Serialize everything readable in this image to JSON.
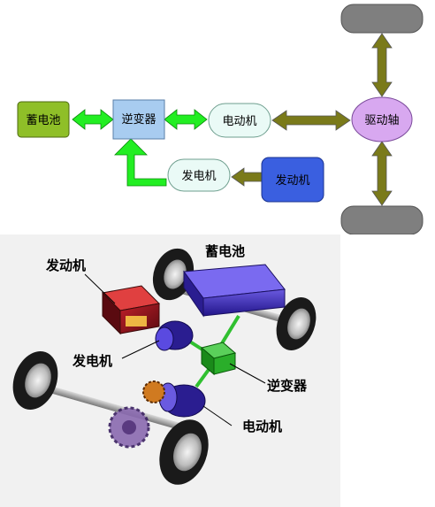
{
  "diagram": {
    "battery": "蓄电池",
    "inverter": "逆变器",
    "motor": "电动机",
    "generator": "发电机",
    "engine": "发动机",
    "drive_axle": "驱动轴",
    "colors": {
      "battery": "#8fbf28",
      "inverter": "#a8ccf0",
      "motor": "#eafaf6",
      "generator": "#eafaf6",
      "engine": "#3a5fe0",
      "drive_axle": "#d8a8f0",
      "wheel": "#7f7f7f",
      "arrow_green": "#22ee22",
      "arrow_olive": "#7a7a1a"
    }
  },
  "chassis_labels": {
    "battery": "蓄电池",
    "engine": "发动机",
    "generator": "发电机",
    "inverter": "逆变器",
    "motor": "电动机"
  }
}
